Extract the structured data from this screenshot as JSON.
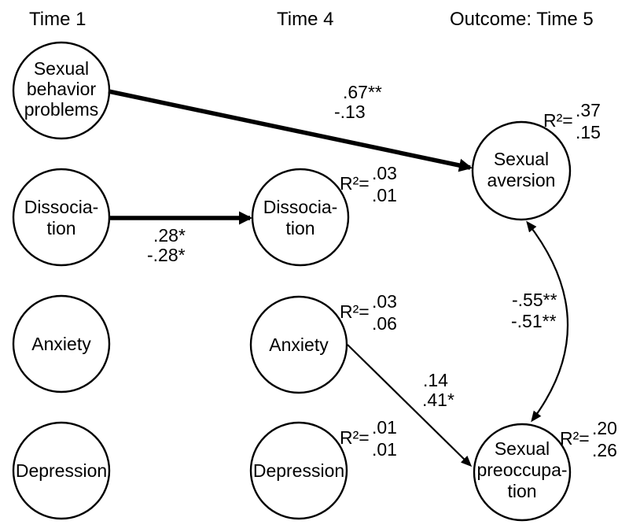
{
  "headers": {
    "time1": "Time 1",
    "time4": "Time 4",
    "outcome": "Outcome: Time 5"
  },
  "nodes": {
    "sexual_behavior_problems": {
      "lines": [
        "Sexual",
        "behavior",
        "problems"
      ]
    },
    "dissociation_t1": {
      "lines": [
        "Dissocia-",
        "tion"
      ]
    },
    "anxiety_t1": {
      "lines": [
        "Anxiety"
      ]
    },
    "depression_t1": {
      "lines": [
        "Depression"
      ]
    },
    "dissociation_t4": {
      "lines": [
        "Dissocia-",
        "tion"
      ],
      "r2_label": "R²=",
      "r2_top": ".03",
      "r2_bottom": ".01"
    },
    "anxiety_t4": {
      "lines": [
        "Anxiety"
      ],
      "r2_label": "R²=",
      "r2_top": ".03",
      "r2_bottom": ".06"
    },
    "depression_t4": {
      "lines": [
        "Depression"
      ],
      "r2_label": "R²=",
      "r2_top": ".01",
      "r2_bottom": ".01"
    },
    "sexual_aversion": {
      "lines": [
        "Sexual",
        "aversion"
      ],
      "r2_label": "R²=",
      "r2_top": ".37",
      "r2_bottom": ".15"
    },
    "sexual_preoccupation": {
      "lines": [
        "Sexual",
        "preoccupa-",
        "tion"
      ],
      "r2_label": "R²=",
      "r2_top": ".20",
      "r2_bottom": ".26"
    }
  },
  "paths": {
    "sbp_to_sexual_aversion": {
      "coef_top": ".67**",
      "coef_bottom": "-.13"
    },
    "dissociation_t1_to_t4": {
      "coef_top": ".28*",
      "coef_bottom": "-.28*"
    },
    "anxiety_t4_to_preoccupation": {
      "coef_top": ".14",
      "coef_bottom": ".41*"
    },
    "aversion_preoccupation_covariance": {
      "coef_top": "-.55**",
      "coef_bottom": "-.51**"
    }
  },
  "colors": {
    "ink": "#000000",
    "background": "#ffffff"
  }
}
